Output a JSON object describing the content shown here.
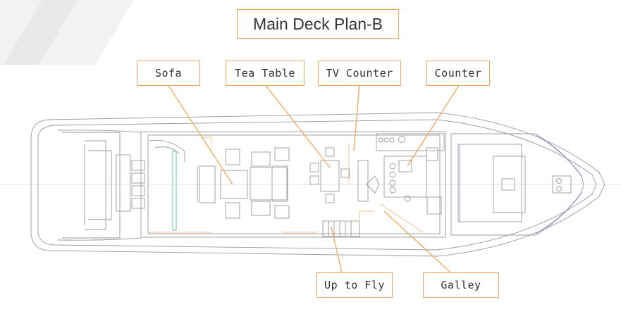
{
  "title": "Main Deck Plan-B",
  "callouts": {
    "sofa": "Sofa",
    "tea_table": "Tea Table",
    "tv_counter": "TV Counter",
    "counter": "Counter",
    "up_to_fly": "Up to Fly",
    "galley": "Galley"
  },
  "colors": {
    "accent": "#f0a65a",
    "plan_line": "#9a9a9a",
    "glass": "#7a86c8",
    "stair_glass": "#7fc9c9"
  }
}
